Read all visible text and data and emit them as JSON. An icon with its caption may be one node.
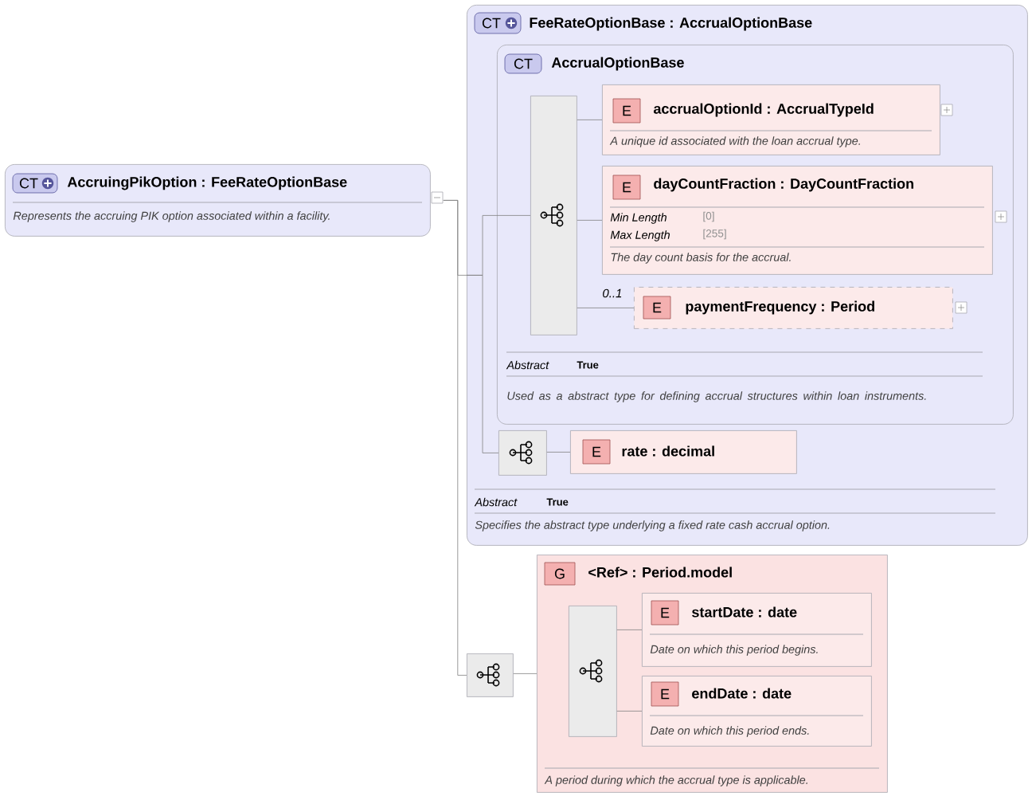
{
  "diagram": {
    "nodes": [
      {
        "text": [
          "CT",
          "AccruingPikOption : FeeRateOptionBase",
          "Represents the accruing PIK option associated within a facility."
        ]
      },
      {
        "text": [
          "CT",
          "FeeRateOptionBase : AccrualOptionBase",
          "Abstract",
          "True",
          "Specifies the abstract type underlying a fixed rate cash accrual option."
        ]
      },
      {
        "text": [
          "CT",
          "AccrualOptionBase",
          "Abstract",
          "True",
          "Used as a abstract type for defining accrual structures within loan instruments."
        ],
        "in": 1
      },
      {
        "text": [],
        "shape": "box",
        "in": 2
      },
      {
        "text": [
          "E",
          "accrualOptionId : AccrualTypeId",
          "A unique id associated with the loan accrual type."
        ],
        "in": 2
      },
      {
        "text": [
          "E",
          "dayCountFraction : DayCountFraction",
          "Min Length",
          "[0]",
          "Max Length",
          "[255]",
          "The day count basis for the accrual."
        ],
        "in": 2
      },
      {
        "text": [
          "E",
          "paymentFrequency : Period"
        ],
        "in": 2,
        "beside": [
          "0..1"
        ]
      },
      {
        "text": [],
        "shape": "box",
        "in": 1
      },
      {
        "text": [
          "E",
          "rate : decimal"
        ],
        "in": 1
      },
      {
        "text": [],
        "shape": "box"
      },
      {
        "text": [
          "G",
          "<Ref> : Period.model",
          "A period during which the accrual type is applicable."
        ]
      },
      {
        "text": [],
        "shape": "box",
        "in": 10
      },
      {
        "text": [
          "E",
          "startDate : date",
          "Date on which this period begins."
        ],
        "in": 10
      },
      {
        "text": [
          "E",
          "endDate : date",
          "Date on which this period ends."
        ],
        "in": 10
      }
    ],
    "edges": [
      {
        "from": 0,
        "to": 1,
        "arrow": "none"
      },
      {
        "from": 0,
        "to": 9,
        "arrow": "none"
      },
      {
        "from": 1,
        "to": 3,
        "arrow": "none"
      },
      {
        "from": 1,
        "to": 7,
        "arrow": "none"
      },
      {
        "from": 3,
        "to": 4,
        "arrow": "none"
      },
      {
        "from": 3,
        "to": 5,
        "arrow": "none"
      },
      {
        "from": 3,
        "to": 6,
        "arrow": "none"
      },
      {
        "from": 7,
        "to": 8,
        "arrow": "none"
      },
      {
        "from": 9,
        "to": 10,
        "arrow": "none"
      },
      {
        "from": 11,
        "to": 12,
        "arrow": "none"
      },
      {
        "from": 11,
        "to": 13,
        "arrow": "none"
      }
    ]
  }
}
